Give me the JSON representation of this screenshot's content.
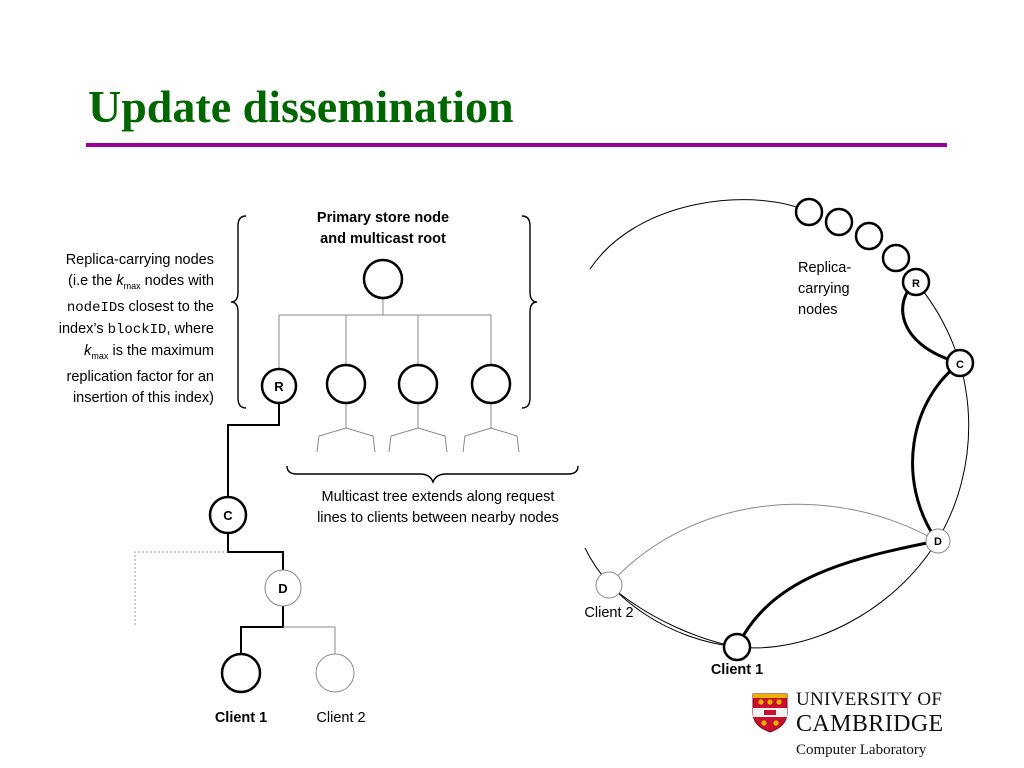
{
  "slide": {
    "title": "Update dissemination"
  },
  "tree": {
    "root_label_line1": "Primary store node",
    "root_label_line2": "and multicast root",
    "description": {
      "l1": "Replica-carrying nodes",
      "l2a": "(i.e the ",
      "k1": "k",
      "sub1": "max",
      "l2b": " nodes with",
      "mono1": "nodeID",
      "l3b": "s closest to the",
      "l4a": "index’s ",
      "mono2": "blockID",
      "l4b": ", where",
      "k2": "k",
      "sub2": "max",
      "l5b": " is the maximum",
      "l6": "replication factor for an",
      "l7": "insertion of this index)"
    },
    "node_r": "R",
    "node_c": "C",
    "node_d": "D",
    "client1": "Client 1",
    "client2": "Client 2",
    "multicast_note_line1": "Multicast tree extends along request",
    "multicast_note_line2": "lines to clients between nearby nodes"
  },
  "ring": {
    "replica_label_line1": "Replica-",
    "replica_label_line2": "carrying",
    "replica_label_line3": "nodes",
    "node_r": "R",
    "node_c": "C",
    "node_d": "D",
    "client1": "Client 1",
    "client2": "Client 2"
  },
  "logo": {
    "line1": "UNIVERSITY OF",
    "line2": "CAMBRIDGE",
    "line3": "Computer Laboratory"
  },
  "colors": {
    "title": "#006600",
    "rule": "#990099",
    "shield_red": "#c8102e",
    "shield_gold": "#e8b400"
  }
}
